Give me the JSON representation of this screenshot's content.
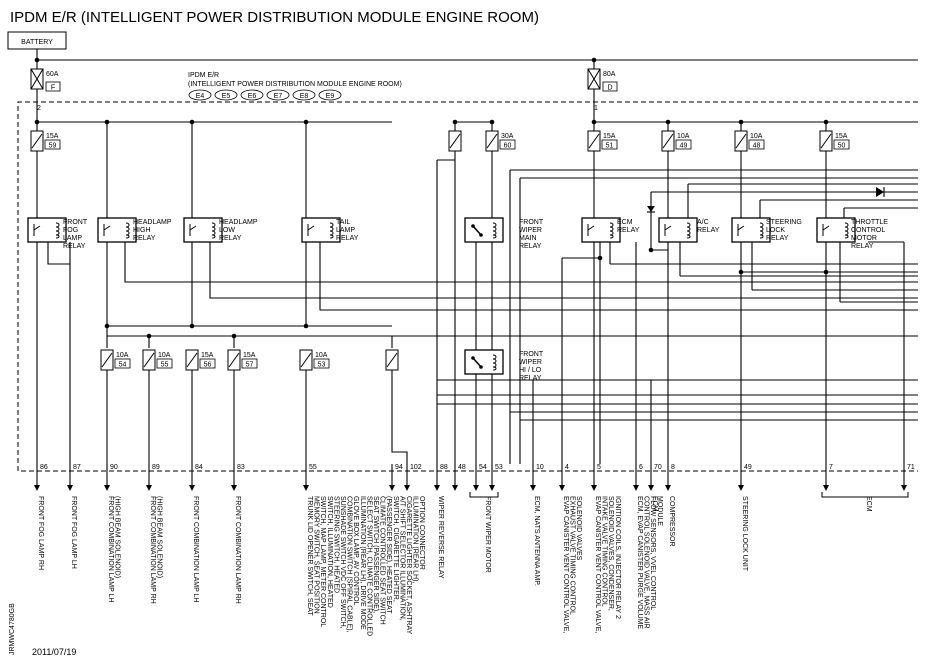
{
  "title": "IPDM E/R (INTELLIGENT POWER DISTRIBUTION MODULE ENGINE ROOM)",
  "battery_label": "BATTERY",
  "module_label_1": "IPDM E/R",
  "module_label_2": "(INTELLIGENT POWER DISTRIBUTION MODULE ENGINE ROOM)",
  "connectors": [
    "E4",
    "E5",
    "E6",
    "E7",
    "E8",
    "E9"
  ],
  "main_fuses": [
    {
      "amp": "60A",
      "id": "F",
      "terminal": "2"
    },
    {
      "amp": "80A",
      "id": "D",
      "terminal": "1"
    }
  ],
  "fuses": [
    {
      "amp": "15A",
      "num": "59"
    },
    {
      "amp": "30A",
      "num": "60"
    },
    {
      "amp": "15A",
      "num": "51"
    },
    {
      "amp": "10A",
      "num": "49"
    },
    {
      "amp": "10A",
      "num": "48"
    },
    {
      "amp": "15A",
      "num": "50"
    },
    {
      "amp": "10A",
      "num": "54"
    },
    {
      "amp": "10A",
      "num": "55"
    },
    {
      "amp": "15A",
      "num": "56"
    },
    {
      "amp": "15A",
      "num": "57"
    },
    {
      "amp": "10A",
      "num": "53"
    }
  ],
  "relays": [
    {
      "lines": [
        "FRONT",
        "FOG",
        "LAMP",
        "RELAY"
      ]
    },
    {
      "lines": [
        "HEADLAMP",
        "HIGH",
        "RELAY"
      ]
    },
    {
      "lines": [
        "HEADLAMP",
        "LOW",
        "RELAY"
      ]
    },
    {
      "lines": [
        "TAIL",
        "LAMP",
        "RELAY"
      ]
    },
    {
      "lines": [
        "FRONT",
        "WIPER",
        "MAIN",
        "RELAY"
      ]
    },
    {
      "lines": [
        "ECM",
        "RELAY"
      ]
    },
    {
      "lines": [
        "A/C",
        "RELAY"
      ]
    },
    {
      "lines": [
        "STEERING",
        "LOCK",
        "RELAY"
      ]
    },
    {
      "lines": [
        "THROTTLE",
        "CONTROL",
        "MOTOR",
        "RELAY"
      ]
    },
    {
      "lines": [
        "FRONT",
        "WIPER",
        "HI / LO",
        "RELAY"
      ]
    }
  ],
  "terminals": [
    "86",
    "87",
    "90",
    "89",
    "84",
    "83",
    "55",
    "94",
    "102",
    "48",
    "88",
    "54",
    "53",
    "10",
    "4",
    "5",
    "6",
    "70",
    "8",
    "49",
    "7",
    "71"
  ],
  "outputs": [
    {
      "lines": [
        "FRONT FOG LAMP RH"
      ]
    },
    {
      "lines": [
        "FRONT FOG LAMP LH"
      ]
    },
    {
      "lines": [
        "FRONT COMBINATION LAMP LH",
        "(HIGH BEAM SOLENOID)"
      ]
    },
    {
      "lines": [
        "FRONT COMBINATION LAMP RH",
        "(HIGH BEAM SOLENOID)"
      ]
    },
    {
      "lines": [
        "FRONT COMBINATION LAMP LH"
      ]
    },
    {
      "lines": [
        "FRONT COMBINATION LAMP RH"
      ]
    },
    {
      "lines": [
        "TRUNK LID OPENER SWITCH, SEAT",
        "MEMORY SWITCH, SEAT POSITION",
        "SWITCH, MAP LAMP, METER CONTROL",
        "SWITCH, ILLUMINATION, HEATED",
        "STEERING SWITCH, HEATED",
        "SUNSHADE SWITCH VDC OFF SWITCH,",
        "COMBINATION SWITCH (SPIRAL CABLE),",
        "GLOVE BOX LAMP, AV CONTROL",
        "ILLUMINATION (REAR LH), DRIVE MODE",
        "SELECT SWITCH, CLIMATE CONTROLLED",
        "SEAT SWITCH (PASSENGER SIDE),",
        "CLIMATE CONTROLLED SEAT SWITCH",
        "(PASSENGER SIDE), HEATED SEAT",
        "SWITCH, CIGARETTE LIGHTER,",
        "A/T SHIFT SELECTOR ILLUMINATION,",
        "CIGARETTE LIGHTER SOCKET, ASHTRAY",
        "ILLUMINATION (REAR LH),",
        "OPTION CONNECTOR"
      ]
    },
    {
      "lines": [
        "WIPER REVERSE RELAY"
      ]
    },
    {
      "lines": [
        "FRONT WIPER MOTOR"
      ]
    },
    {
      "lines": [
        "ECM, NATS ANTENNA AMP."
      ]
    },
    {
      "lines": [
        "EVAP CANISTER VENT CONTROL VALVE,",
        "EXHAUST VALVE TIMING CONTROL",
        "SOLENOID VALVES"
      ]
    },
    {
      "lines": [
        "EVAP CANISTER VENT CONTROL VALVE,",
        "INTAKE VALVE TIMING CONTROL",
        "SOLENOID VALVES, CONDENSER,",
        "IGNITION COILS, INJECTOR RELAY 2"
      ]
    },
    {
      "lines": [
        "ECM, EVAP CANISTER PURGE VOLUME",
        "CONTROL SOLENOID VALVE, MASS AIR",
        "FLOW SENSORS, VVEL CONTROL",
        "MODULE"
      ]
    },
    {
      "lines": [
        "ECM"
      ]
    },
    {
      "lines": [
        "COMPRESSOR"
      ]
    },
    {
      "lines": [
        "STEERING LOCK UNIT"
      ]
    },
    {
      "lines": [
        "ECM"
      ]
    }
  ],
  "footer_code": "JRMWC4780GB",
  "date": "2011/07/19"
}
